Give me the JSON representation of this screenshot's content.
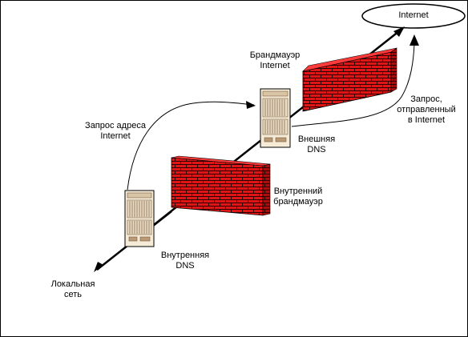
{
  "colors": {
    "wall": "#e01515",
    "wall_top": "#ff2828",
    "wall_side": "#b00c0c",
    "mortar": "#2a0000",
    "server_body": "#f5ebd7",
    "server_dark": "#7a5a3c",
    "line": "#000000"
  },
  "nodes": {
    "internet": {
      "label": "Internet"
    },
    "local_network": {
      "lines": [
        "Локальная",
        "сеть"
      ]
    },
    "internal_dns": {
      "lines": [
        "Внутренняя",
        "DNS"
      ]
    },
    "external_dns": {
      "lines": [
        "Внешняя",
        "DNS"
      ]
    },
    "internal_firewall": {
      "lines": [
        "Внутренний",
        "брандмауэр"
      ]
    },
    "internet_firewall": {
      "lines": [
        "Брандмауэр",
        "Internet"
      ]
    }
  },
  "annotations": {
    "address_request": {
      "lines": [
        "Запрос адреса",
        "Internet"
      ]
    },
    "forwarded_request": {
      "lines": [
        "Запрос,",
        "отправленный",
        "в Internet"
      ]
    }
  }
}
